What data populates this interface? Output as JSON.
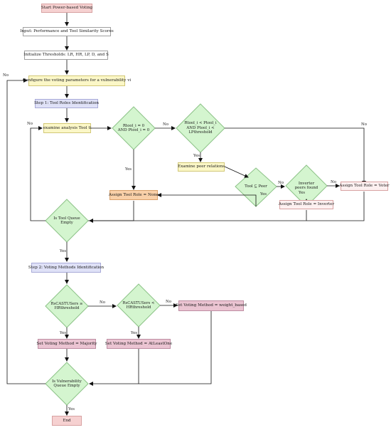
{
  "nodes": {
    "start": "Start Power-based Voting",
    "input": "Input: Performance and Tool Similarity Scores",
    "init": "Initialize Thresholds: LR, HR, LP, D, and S",
    "config": "Configure the voting parameters for a vulnerability vi",
    "step1": "Step 1: Tool Roles Identification",
    "examine_tool": "examine analysis Tool ti",
    "d_zero": "Rtool_i = 0\nAND Ptool_i = 0",
    "d_lp": "Rtool_i < Ptool_i\nAND Ptool_i <\nLPthreshold",
    "examine_peer": "Examine peer relations",
    "d_peer": "Tool ⊆ Peer",
    "d_inverter": "Inverter\npeers found",
    "assign_voter": "Assign Tool Role = Voter",
    "assign_none": "Assign Tool Role = None",
    "assign_inverter": "Assign Tool Role = Inverter",
    "d_queue": "Is Tool Queue\nEmpty",
    "step2": "Step 2: Voting Methods Identification",
    "d_hr": "RsCASTUSers ≥\nHRthreshold",
    "d_hr2": "RsCASTUSers <\nHRthreshold",
    "set_weight": "Set Voting Method = weight_based",
    "set_majority": "Set Voting Method = Majority",
    "set_atleast": "Set Voting Method = AtLeastOne",
    "d_vuln": "Is Vulnerability\nQueue Empty",
    "end": "End"
  },
  "labels": {
    "yes": "Yes",
    "no": "No"
  },
  "colors": {
    "start_end": "#f6d1d1",
    "process": "#ffffff",
    "highlight": "#fbf7c7",
    "step": "#dfe1f7",
    "decision": "#d4f5cf",
    "none_role": "#f9d0a8",
    "voting_method": "#ebc4d2",
    "arrow": "#111111"
  }
}
